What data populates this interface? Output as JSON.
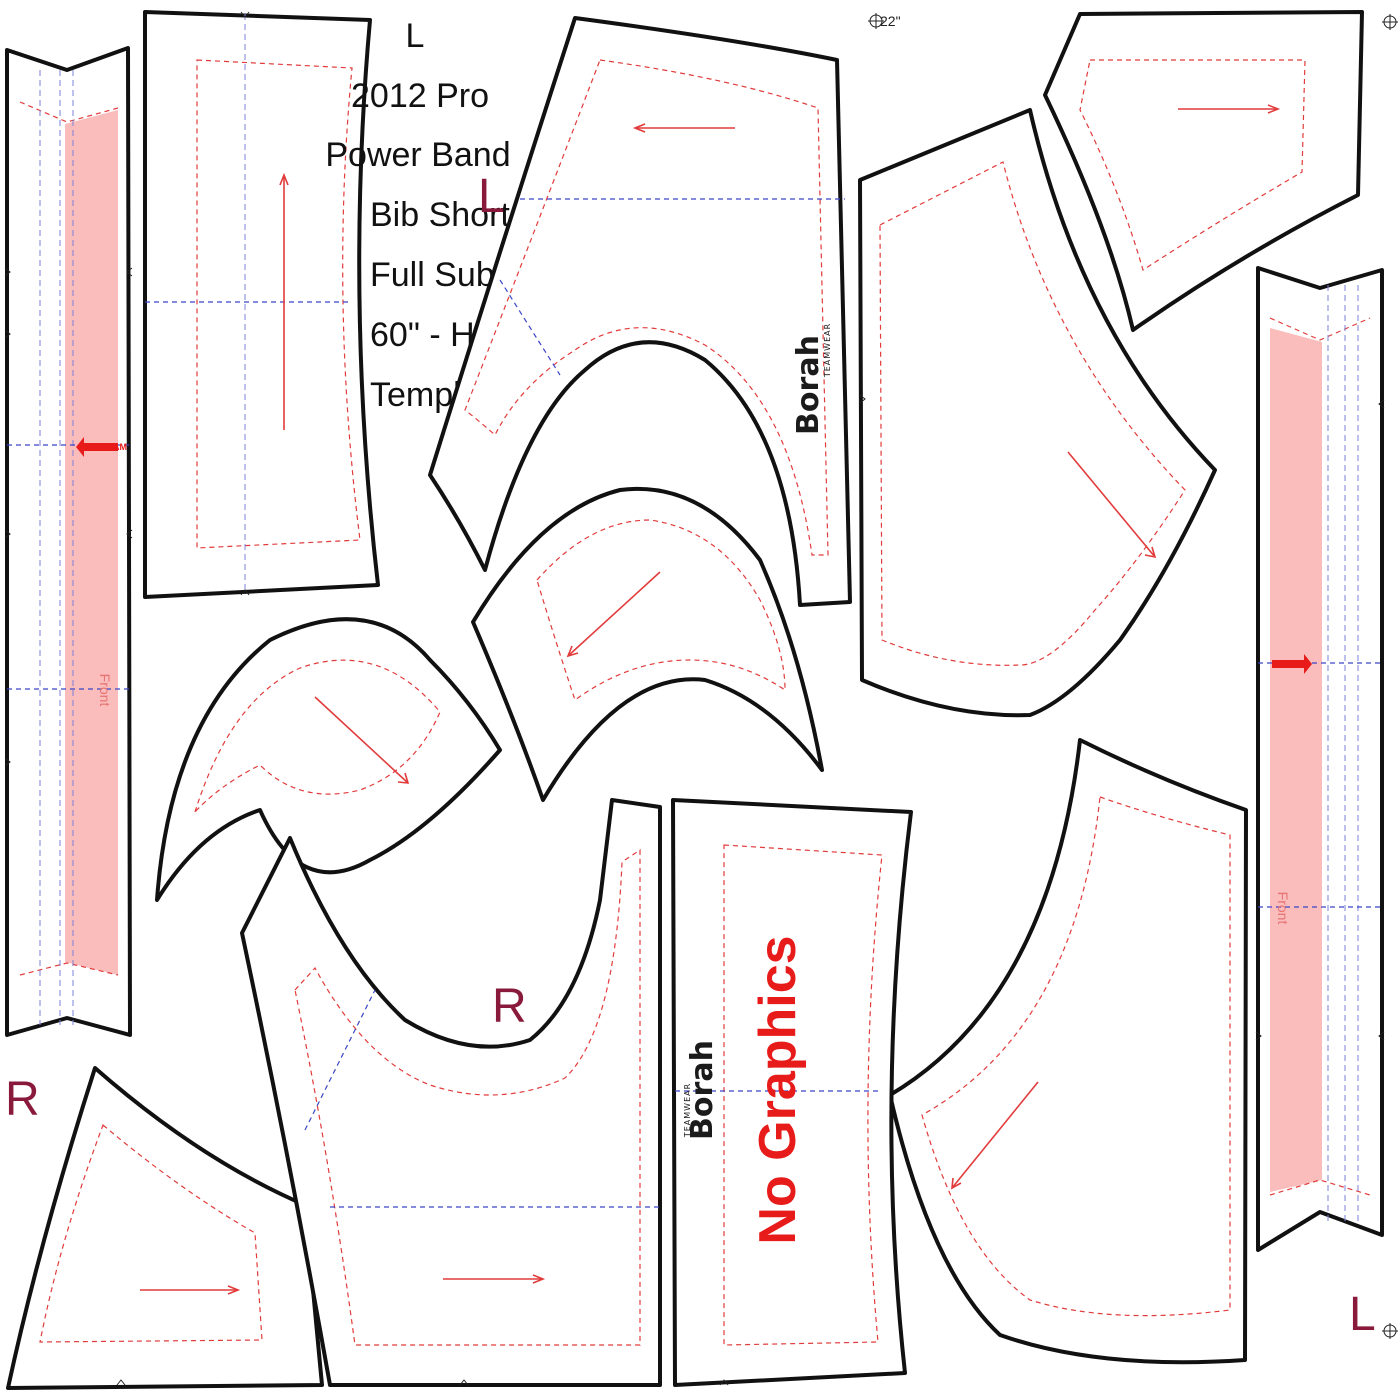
{
  "template": {
    "title_lines": [
      "L",
      "2012 Pro",
      "Power Band",
      "Bib Short",
      "Full Sub",
      "60\" - H",
      "Template"
    ]
  },
  "labels": {
    "side_left": "L",
    "side_right": "R",
    "front": "Front",
    "inseam": "INSEAM",
    "no_graphics": "No Graphics",
    "brand": "Borah",
    "brand_sub": "TEAMWEAR",
    "width_mark": "22\""
  },
  "colors": {
    "outline": "#111111",
    "seam_allowance": "#e23b3b",
    "guide_line": "#3b45c8",
    "band_fill": "#fbbcbc",
    "side_mark": "#8a1a3c",
    "warning_text": "#e81b1b"
  }
}
